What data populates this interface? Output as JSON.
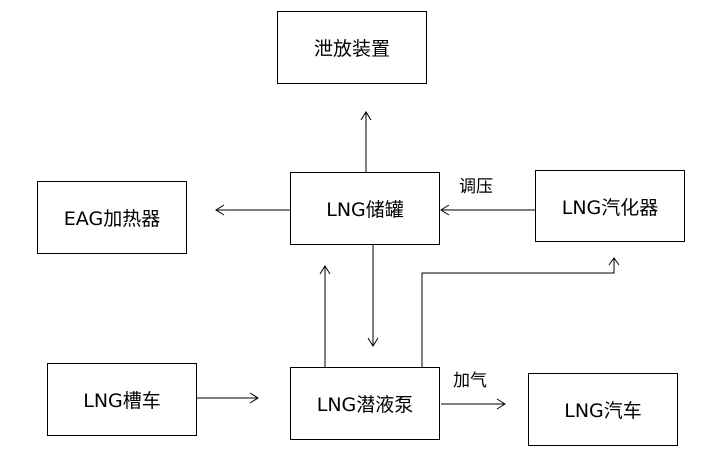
{
  "nodes": {
    "vent": "泄放装置",
    "eag_heater": "EAG加热器",
    "lng_tank": "LNG储罐",
    "lng_vaporizer": "LNG汽化器",
    "lng_trailer": "LNG槽车",
    "lng_pump": "LNG潜液泵",
    "lng_vehicle": "LNG汽车"
  },
  "edge_labels": {
    "pressure_regulation": "调压",
    "refueling": "加气"
  }
}
